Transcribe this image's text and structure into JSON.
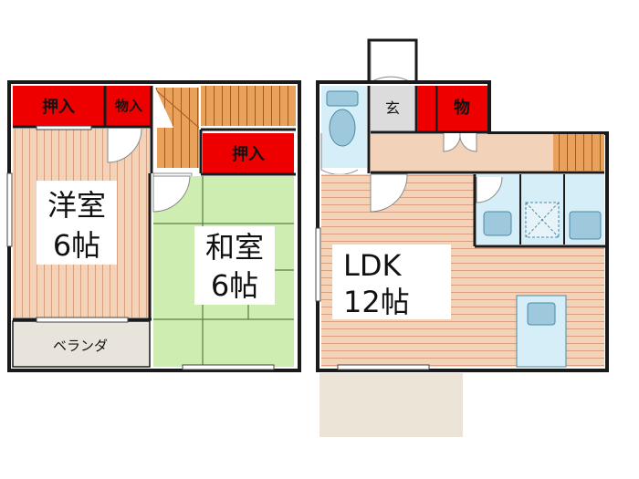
{
  "rooms": {
    "western": {
      "line1": "洋室",
      "line2": "6帖"
    },
    "japanese": {
      "line1": "和室",
      "line2": "6帖"
    },
    "ldk": {
      "line1": "LDK",
      "line2": "12帖"
    },
    "balcony": {
      "label": "ベランダ"
    }
  },
  "storage": {
    "closet_left": "押入",
    "storage_small": "物入",
    "closet_japanese": "押入",
    "entrance": "玄",
    "storage_right": "物"
  },
  "colors": {
    "wall": "#1a1a1a",
    "closet_red": "#ee0000",
    "wood_floor": "#f2d2b8",
    "wood_line": "#d9a07e",
    "tatami": "#cdeeb0",
    "tatami_line": "#5b7d46",
    "wet_area": "#d6eef8",
    "fixture": "#9ec9dd",
    "balcony": "#e8e4dc",
    "terrace": "#ece4d6",
    "stairs": "#d68b3a"
  }
}
